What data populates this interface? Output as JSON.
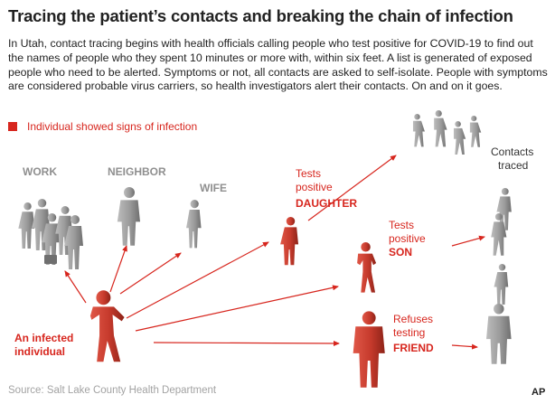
{
  "title": "Tracing the patient’s contacts and breaking the chain of infection",
  "intro": "In Utah, contact tracing begins with health officials calling people who test positive for COVID-19 to find out the names of people who they spent 10 minutes or more with, within six feet. A list is generated of exposed people who need to be alerted. Symptoms or not, all contacts are asked to self-isolate. People with symptoms are considered probable virus carriers, so health investigators alert their contacts. On and on it goes.",
  "legend": {
    "label": "Individual showed signs of infection",
    "color": "#d7261e"
  },
  "groups": {
    "work": "WORK",
    "neighbor": "NEIGHBOR",
    "wife": "WIFE"
  },
  "patient": {
    "line1": "An infected",
    "line2": "individual"
  },
  "daughter": {
    "status_1": "Tests",
    "status_2": "positive",
    "name": "DAUGHTER"
  },
  "son": {
    "status_1": "Tests",
    "status_2": "positive",
    "name": "SON"
  },
  "friend": {
    "status_1": "Refuses",
    "status_2": "testing",
    "name": "FRIEND"
  },
  "contacts_traced": {
    "line1": "Contacts",
    "line2": "traced"
  },
  "source": "Source: Salt Lake County Health Department",
  "credit": "AP",
  "colors": {
    "infected": "#d7261e",
    "contact": "#9a9a9a",
    "arrow": "#d7261e"
  }
}
